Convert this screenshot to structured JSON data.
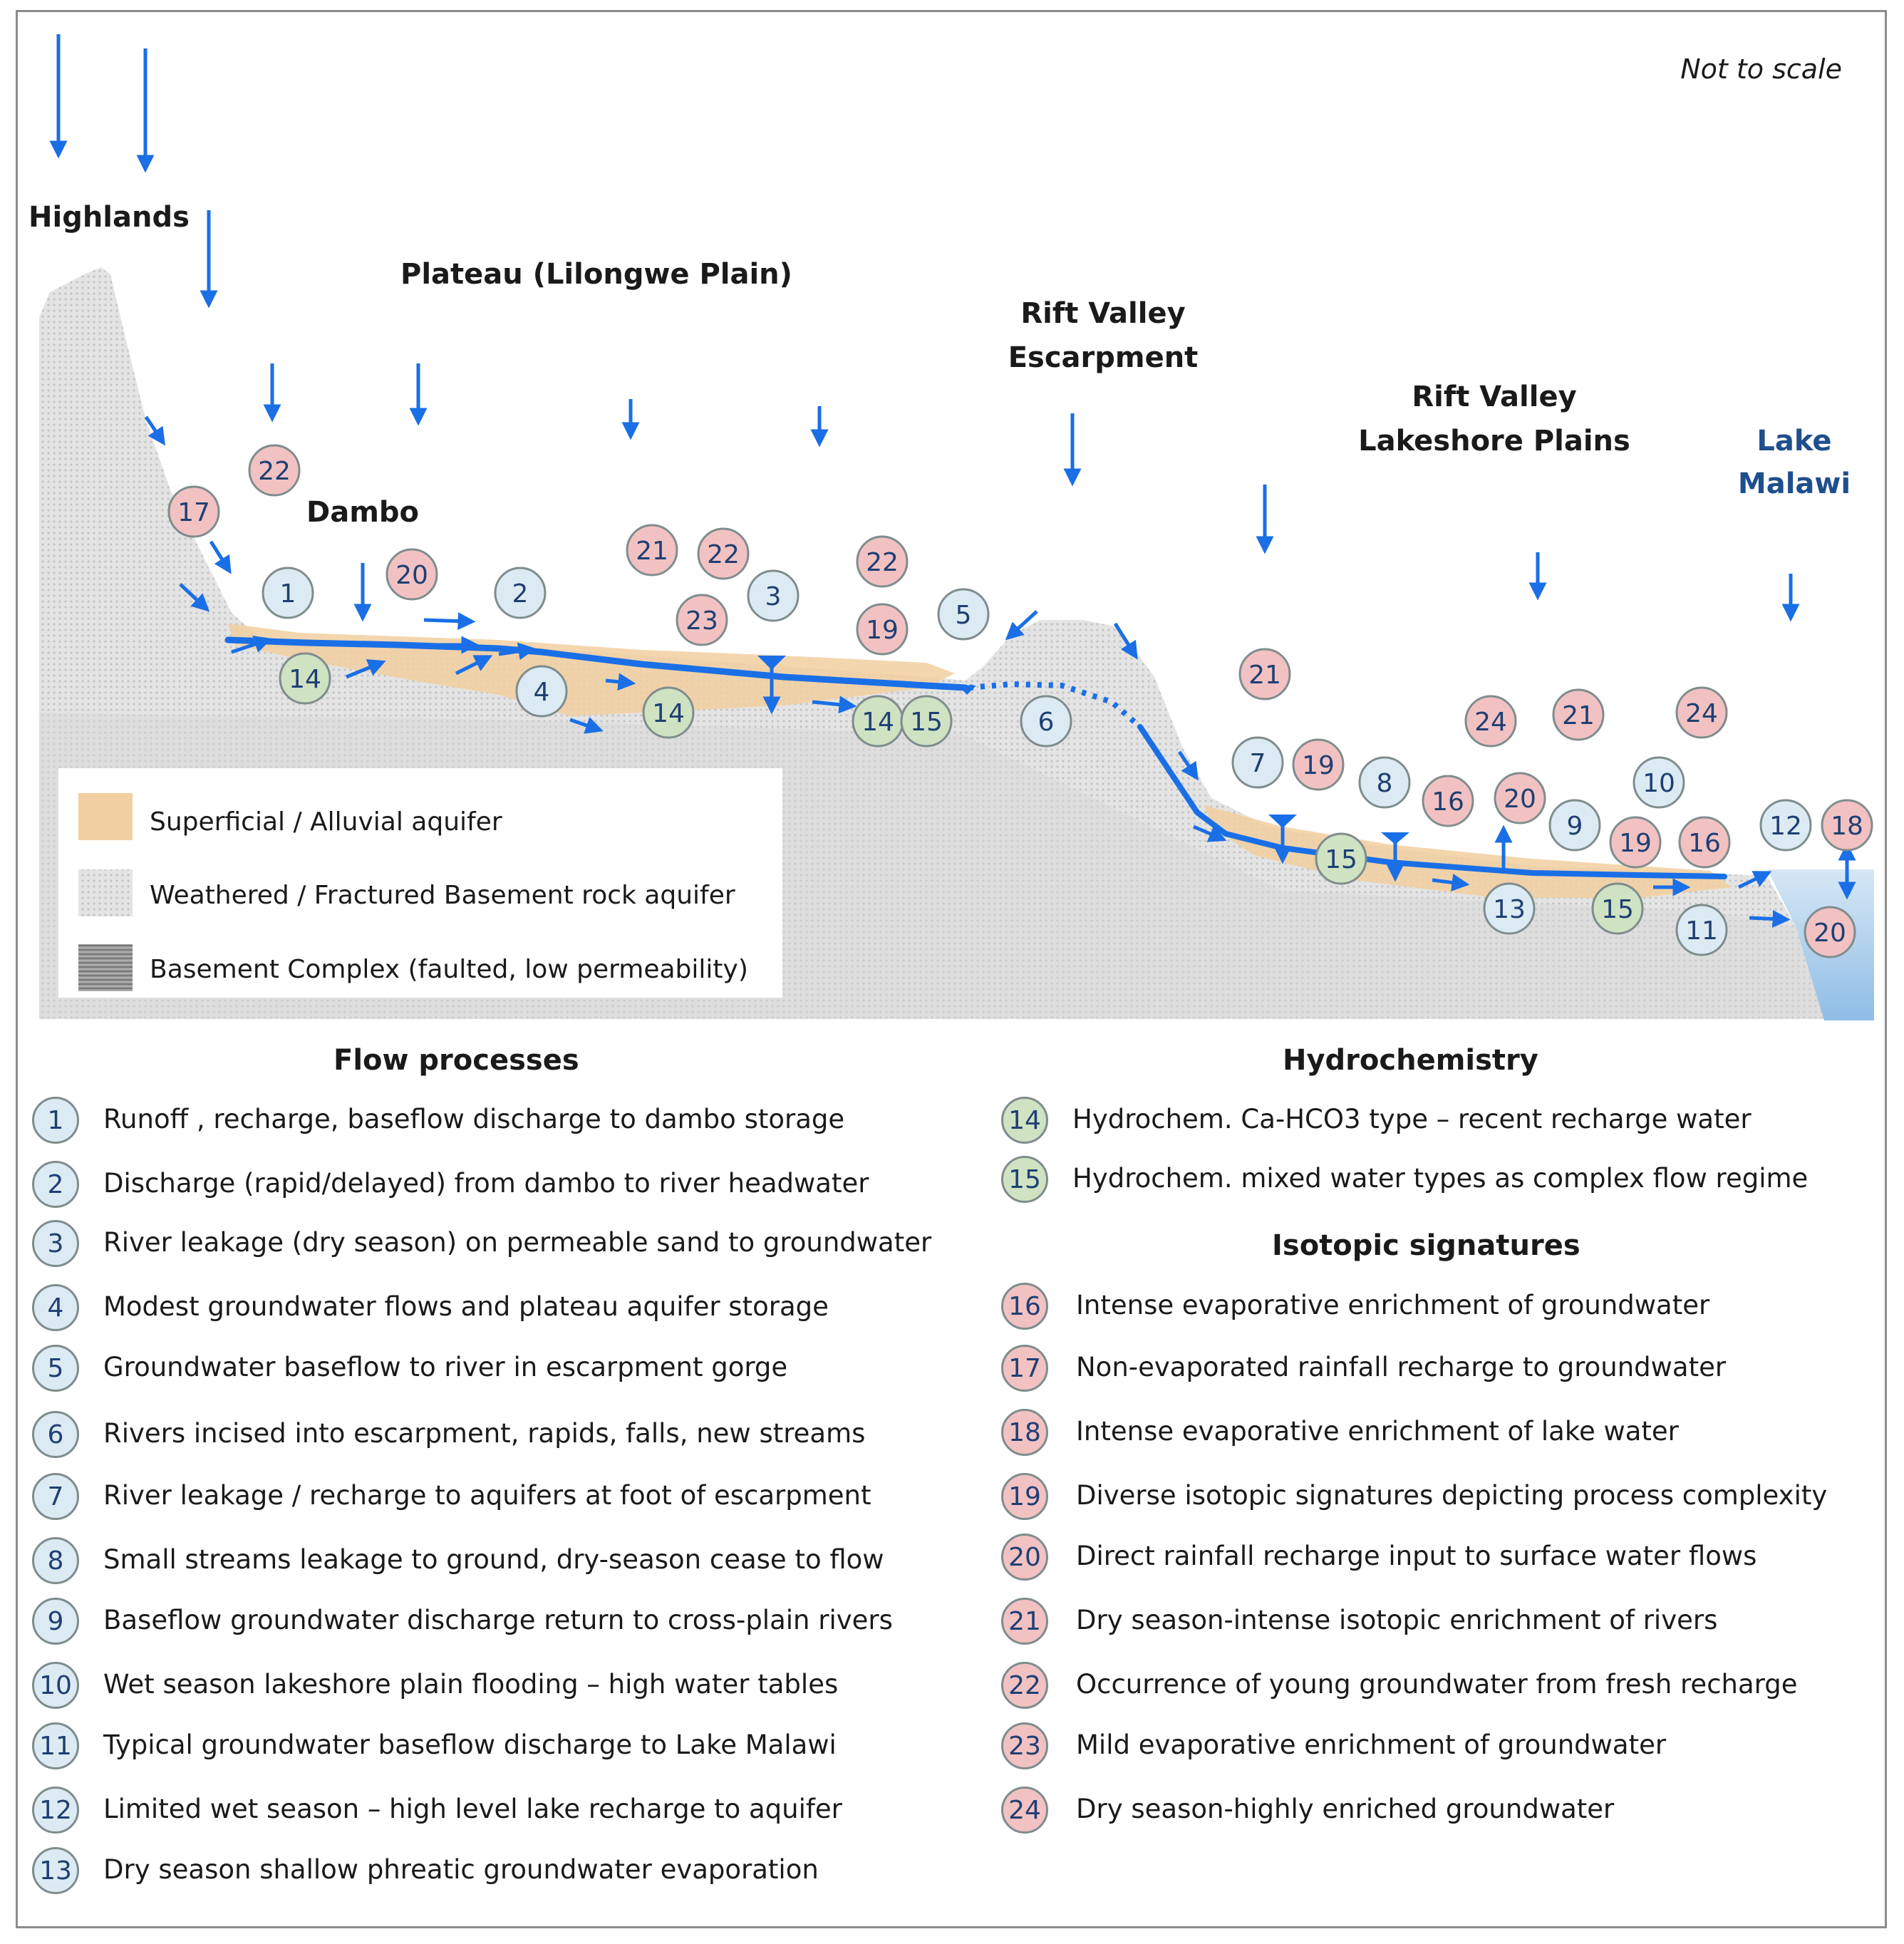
{
  "note": "Not to scale",
  "regions": {
    "highlands": "Highlands",
    "plateau": "Plateau  (Lilongwe Plain)",
    "dambo": "Dambo",
    "escarpment_1": "Rift Valley",
    "escarpment_2": "Escarpment",
    "lakeshore_1": "Rift Valley",
    "lakeshore_2": "Lakeshore Plains",
    "lake_1": "Lake",
    "lake_2": "Malawi"
  },
  "legend": {
    "superficial": "Superficial / Alluvial aquifer",
    "weathered": "Weathered / Fractured Basement rock aquifer",
    "basement": "Basement Complex (faulted, low permeability)"
  },
  "colors": {
    "water_blue": "#1a6fe6",
    "alluvial": "#f2cfa0",
    "circle_blue": "#dcebf3",
    "circle_green": "#cfe2c2",
    "circle_red": "#f2c2c3",
    "lake": "#a8cbe8"
  },
  "markers": [
    {
      "n": "17",
      "c": "red"
    },
    {
      "n": "22",
      "c": "red"
    },
    {
      "n": "1",
      "c": "blue"
    },
    {
      "n": "20",
      "c": "red"
    },
    {
      "n": "2",
      "c": "blue"
    },
    {
      "n": "21",
      "c": "red"
    },
    {
      "n": "22",
      "c": "red"
    },
    {
      "n": "3",
      "c": "blue"
    },
    {
      "n": "23",
      "c": "red"
    },
    {
      "n": "22",
      "c": "red"
    },
    {
      "n": "19",
      "c": "red"
    },
    {
      "n": "5",
      "c": "blue"
    },
    {
      "n": "14",
      "c": "green"
    },
    {
      "n": "4",
      "c": "blue"
    },
    {
      "n": "14",
      "c": "green"
    },
    {
      "n": "14",
      "c": "green"
    },
    {
      "n": "15",
      "c": "green"
    },
    {
      "n": "6",
      "c": "blue"
    },
    {
      "n": "21",
      "c": "red"
    },
    {
      "n": "7",
      "c": "blue"
    },
    {
      "n": "19",
      "c": "red"
    },
    {
      "n": "8",
      "c": "blue"
    },
    {
      "n": "16",
      "c": "red"
    },
    {
      "n": "24",
      "c": "red"
    },
    {
      "n": "21",
      "c": "red"
    },
    {
      "n": "24",
      "c": "red"
    },
    {
      "n": "20",
      "c": "red"
    },
    {
      "n": "9",
      "c": "blue"
    },
    {
      "n": "10",
      "c": "blue"
    },
    {
      "n": "19",
      "c": "red"
    },
    {
      "n": "16",
      "c": "red"
    },
    {
      "n": "12",
      "c": "blue"
    },
    {
      "n": "18",
      "c": "red"
    },
    {
      "n": "15",
      "c": "green"
    },
    {
      "n": "13",
      "c": "blue"
    },
    {
      "n": "15",
      "c": "green"
    },
    {
      "n": "11",
      "c": "blue"
    },
    {
      "n": "20",
      "c": "red"
    }
  ],
  "flow_heading": "Flow processes",
  "flow_processes": [
    {
      "n": "1",
      "text": "Runoff , recharge, baseflow discharge to dambo storage"
    },
    {
      "n": "2",
      "text": "Discharge (rapid/delayed) from dambo to river headwater"
    },
    {
      "n": "3",
      "text": "River leakage (dry season) on permeable sand to groundwater"
    },
    {
      "n": "4",
      "text": "Modest groundwater flows and plateau aquifer storage"
    },
    {
      "n": "5",
      "text": "Groundwater baseflow to river in escarpment gorge"
    },
    {
      "n": "6",
      "text": "Rivers incised into escarpment, rapids, falls, new streams"
    },
    {
      "n": "7",
      "text": "River leakage / recharge to aquifers at foot of escarpment"
    },
    {
      "n": "8",
      "text": "Small streams leakage to ground, dry-season cease to flow"
    },
    {
      "n": "9",
      "text": "Baseflow groundwater discharge return to cross-plain rivers"
    },
    {
      "n": "10",
      "text": "Wet season lakeshore plain flooding – high water tables"
    },
    {
      "n": "11",
      "text": "Typical groundwater baseflow discharge to Lake Malawi"
    },
    {
      "n": "12",
      "text": "Limited wet season – high level lake recharge to aquifer"
    },
    {
      "n": "13",
      "text": "Dry season shallow phreatic groundwater evaporation"
    }
  ],
  "hydro_heading": "Hydrochemistry",
  "hydrochemistry": [
    {
      "n": "14",
      "text": "Hydrochem. Ca-HCO3 type – recent recharge water"
    },
    {
      "n": "15",
      "text": "Hydrochem. mixed water types as complex flow regime"
    }
  ],
  "iso_heading": "Isotopic signatures",
  "isotopic": [
    {
      "n": "16",
      "text": "Intense evaporative enrichment of groundwater"
    },
    {
      "n": "17",
      "text": "Non-evaporated rainfall recharge to groundwater"
    },
    {
      "n": "18",
      "text": "Intense evaporative enrichment of lake water"
    },
    {
      "n": "19",
      "text": "Diverse isotopic signatures depicting process complexity"
    },
    {
      "n": "20",
      "text": "Direct rainfall recharge input to surface water flows"
    },
    {
      "n": "21",
      "text": "Dry season-intense isotopic enrichment of rivers"
    },
    {
      "n": "22",
      "text": "Occurrence of young groundwater from fresh recharge"
    },
    {
      "n": "23",
      "text": "Mild evaporative enrichment of groundwater"
    },
    {
      "n": "24",
      "text": "Dry season-highly enriched groundwater"
    }
  ]
}
